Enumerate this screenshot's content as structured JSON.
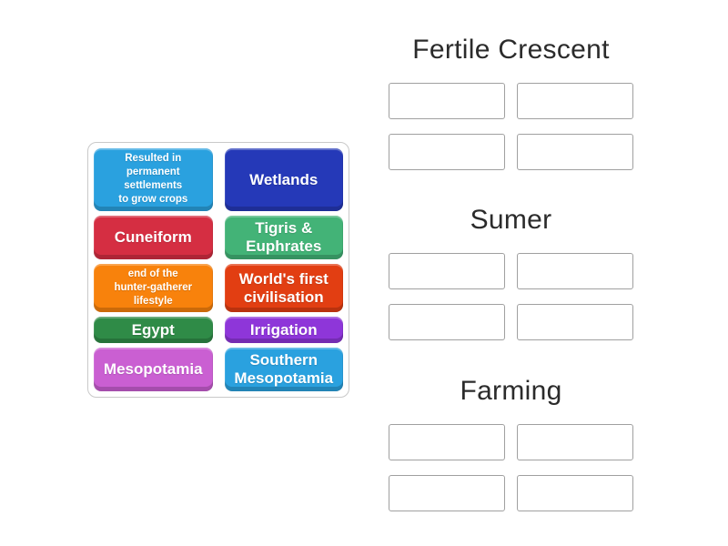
{
  "activity": {
    "kind_label": "group-sort",
    "background_color": "#ffffff",
    "title_color": "#2b2b2b",
    "panel_border_color": "#c9c9c9",
    "slot_border_color": "#a0a0a0",
    "tile_text_color": "#ffffff"
  },
  "tile_panel": {
    "tiles": [
      {
        "label": "Resulted in permanent\nsettlements\nto grow crops",
        "color": "#2aa1df",
        "text_size": "small"
      },
      {
        "label": "Wetlands",
        "color": "#2539b8",
        "text_size": "normal"
      },
      {
        "label": "Cuneiform",
        "color": "#d52e42",
        "text_size": "normal"
      },
      {
        "label": "Tigris &\nEuphrates",
        "color": "#43b377",
        "text_size": "normal"
      },
      {
        "label": "end of the\nhunter-gatherer\nlifestyle",
        "color": "#f8820c",
        "text_size": "small"
      },
      {
        "label": "World's first\ncivilisation",
        "color": "#e23e12",
        "text_size": "normal"
      },
      {
        "label": "Egypt",
        "color": "#2f8b47",
        "text_size": "normal"
      },
      {
        "label": "Irrigation",
        "color": "#8e36d9",
        "text_size": "normal"
      },
      {
        "label": "Mesopotamia",
        "color": "#ca5fd2",
        "text_size": "normal"
      },
      {
        "label": "Southern\nMesopotamia",
        "color": "#2aa1df",
        "text_size": "normal"
      }
    ]
  },
  "groups": [
    {
      "title": "Fertile Crescent",
      "slot_count": 4
    },
    {
      "title": "Sumer",
      "slot_count": 4
    },
    {
      "title": "Farming",
      "slot_count": 4
    }
  ]
}
